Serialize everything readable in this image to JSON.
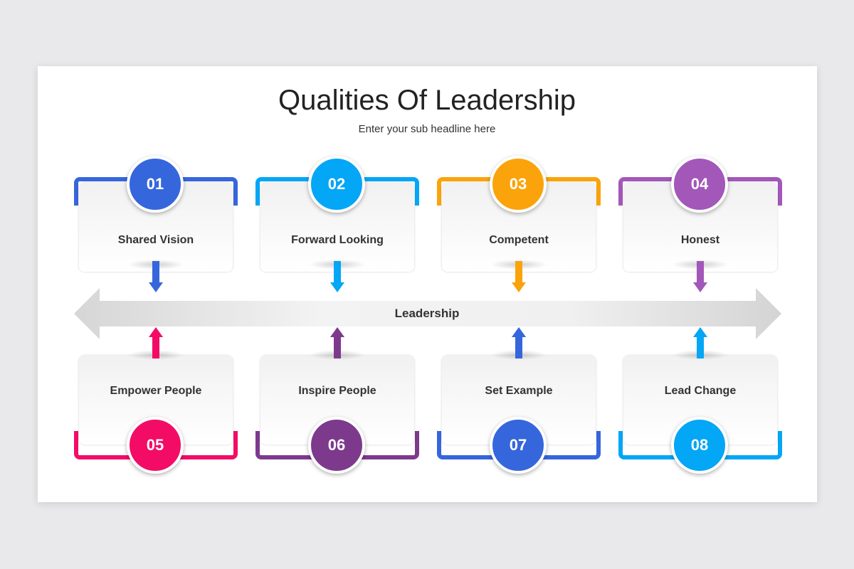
{
  "title": "Qualities Of Leadership",
  "subtitle": "Enter your sub headline here",
  "center_label": "Leadership",
  "colors": {
    "blue": "#3566dc",
    "sky": "#04a6f6",
    "orange": "#fba30a",
    "purple": "#a257b9",
    "pink": "#f30c66",
    "violet": "#7d3a8d"
  },
  "top_items": [
    {
      "number": "01",
      "label": "Shared Vision",
      "color": "#3566dc"
    },
    {
      "number": "02",
      "label": "Forward Looking",
      "color": "#04a6f6"
    },
    {
      "number": "03",
      "label": "Competent",
      "color": "#fba30a"
    },
    {
      "number": "04",
      "label": "Honest",
      "color": "#a257b9"
    }
  ],
  "bottom_items": [
    {
      "number": "05",
      "label": "Empower People",
      "color": "#f30c66"
    },
    {
      "number": "06",
      "label": "Inspire People",
      "color": "#7d3a8d"
    },
    {
      "number": "07",
      "label": "Set Example",
      "color": "#3566dc"
    },
    {
      "number": "08",
      "label": "Lead Change",
      "color": "#04a6f6"
    }
  ]
}
